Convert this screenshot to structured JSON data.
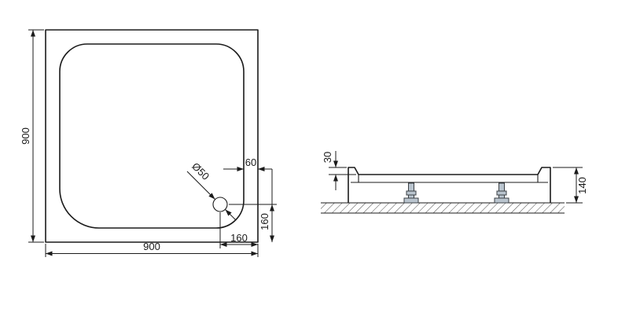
{
  "drawing": {
    "background": "#ffffff",
    "line_color": "#1b1b1b",
    "foot_fill": "#b9c4ce",
    "top_view": {
      "name": "shower-tray-top-view",
      "dims": {
        "left_height": "900",
        "bottom_width": "900",
        "rim_width": "60",
        "drain_offset_vertical": "160",
        "drain_offset_horizontal": "160",
        "drain_diameter": "Ø50"
      }
    },
    "side_view": {
      "name": "shower-tray-side-view",
      "dims": {
        "rim_height": "30",
        "overall_height": "140"
      }
    }
  }
}
